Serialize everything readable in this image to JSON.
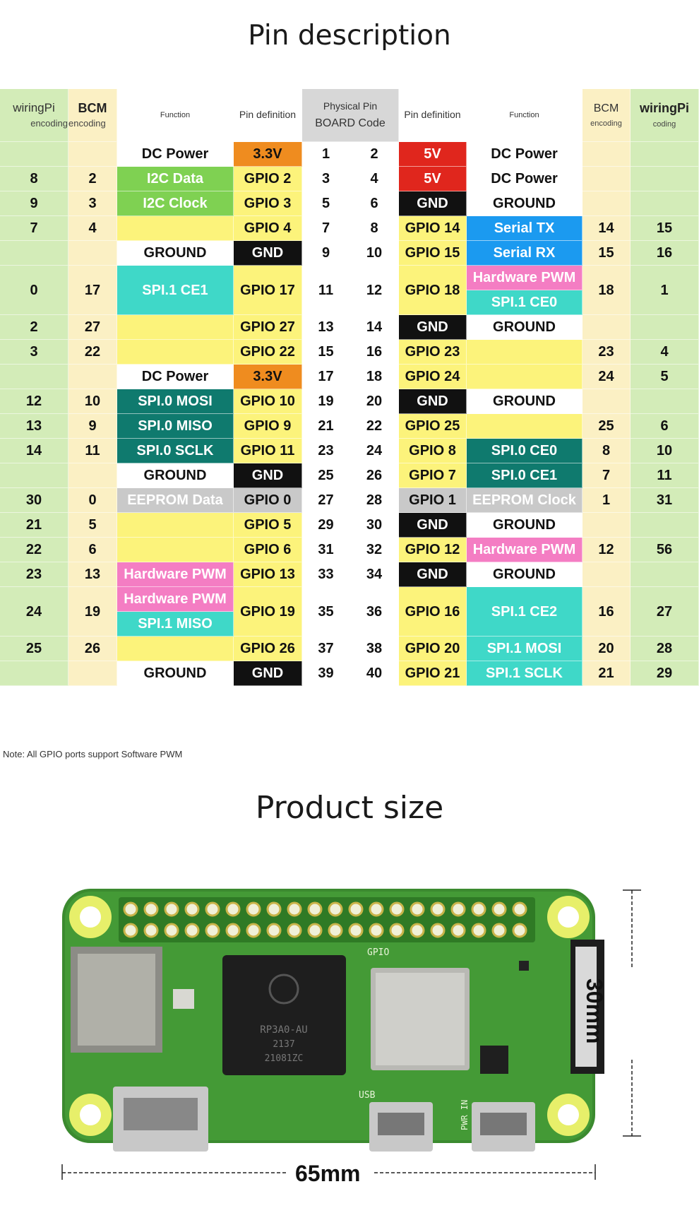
{
  "titles": {
    "pin_description": "Pin description",
    "product_size": "Product size"
  },
  "header": {
    "wiringpi_left_title": "wiringPi",
    "wiringpi_left_sub": "encoding",
    "bcm_left_title": "BCM",
    "bcm_left_sub": "encoding",
    "function_left": "Function",
    "pindef_left": "Pin definition",
    "physical_line1": "Physical Pin",
    "physical_line2": "BOARD Code",
    "pindef_right": "Pin definition",
    "function_right": "Function",
    "bcm_right_title": "BCM",
    "bcm_right_sub": "encoding",
    "wiringpi_right_title": "wiringPi",
    "wiringpi_right_sub": "coding"
  },
  "colors": {
    "wiringpi_bg": "#d3ecb8",
    "bcm_bg": "#fbf0c4",
    "yellow": "#fcf37b",
    "orange": "#ef8c1f",
    "red": "#e0261d",
    "black": "#111111",
    "green": "#7fd152",
    "teal": "#3fd8c8",
    "darkteal": "#0f7a6e",
    "pink": "#f47dc3",
    "blue": "#1b9af0",
    "gray": "#c9c9c9",
    "white": "#ffffff",
    "header_gray": "#d7d7d7",
    "board_green": "#3b8a2f"
  },
  "rows": [
    {
      "wl": "",
      "bl": "",
      "fl": [
        {
          "t": "DC Power",
          "c": "white"
        }
      ],
      "dl": {
        "t": "3.3V",
        "c": "orange"
      },
      "pl": "1",
      "pr": "2",
      "dr": {
        "t": "5V",
        "c": "red"
      },
      "fr": [
        {
          "t": "DC Power",
          "c": "white"
        }
      ],
      "br": "",
      "wr": ""
    },
    {
      "wl": "8",
      "bl": "2",
      "fl": [
        {
          "t": "I2C Data",
          "c": "green"
        }
      ],
      "dl": {
        "t": "GPIO 2",
        "c": "yellow"
      },
      "pl": "3",
      "pr": "4",
      "dr": {
        "t": "5V",
        "c": "red"
      },
      "fr": [
        {
          "t": "DC Power",
          "c": "white"
        }
      ],
      "br": "",
      "wr": ""
    },
    {
      "wl": "9",
      "bl": "3",
      "fl": [
        {
          "t": "I2C Clock",
          "c": "green"
        }
      ],
      "dl": {
        "t": "GPIO 3",
        "c": "yellow"
      },
      "pl": "5",
      "pr": "6",
      "dr": {
        "t": "GND",
        "c": "black"
      },
      "fr": [
        {
          "t": "GROUND",
          "c": "white"
        }
      ],
      "br": "",
      "wr": ""
    },
    {
      "wl": "7",
      "bl": "4",
      "fl": [
        {
          "t": "",
          "c": "yellow"
        }
      ],
      "dl": {
        "t": "GPIO 4",
        "c": "yellow"
      },
      "pl": "7",
      "pr": "8",
      "dr": {
        "t": "GPIO 14",
        "c": "yellow"
      },
      "fr": [
        {
          "t": "Serial TX",
          "c": "blue"
        }
      ],
      "br": "14",
      "wr": "15"
    },
    {
      "wl": "",
      "bl": "",
      "fl": [
        {
          "t": "GROUND",
          "c": "white"
        }
      ],
      "dl": {
        "t": "GND",
        "c": "black"
      },
      "pl": "9",
      "pr": "10",
      "dr": {
        "t": "GPIO 15",
        "c": "yellow"
      },
      "fr": [
        {
          "t": "Serial RX",
          "c": "blue"
        }
      ],
      "br": "15",
      "wr": "16"
    },
    {
      "wl": "0",
      "bl": "17",
      "fl": [
        {
          "t": "SPI.1 CE1",
          "c": "teal"
        }
      ],
      "dl": {
        "t": "GPIO 17",
        "c": "yellow"
      },
      "pl": "11",
      "pr": "12",
      "dr": {
        "t": "GPIO 18",
        "c": "yellow"
      },
      "fr": [
        {
          "t": "Hardware PWM",
          "c": "pink"
        },
        {
          "t": "SPI.1 CE0",
          "c": "teal"
        }
      ],
      "br": "18",
      "wr": "1",
      "tall": true
    },
    {
      "wl": "2",
      "bl": "27",
      "fl": [
        {
          "t": "",
          "c": "yellow"
        }
      ],
      "dl": {
        "t": "GPIO 27",
        "c": "yellow"
      },
      "pl": "13",
      "pr": "14",
      "dr": {
        "t": "GND",
        "c": "black"
      },
      "fr": [
        {
          "t": "GROUND",
          "c": "white"
        }
      ],
      "br": "",
      "wr": ""
    },
    {
      "wl": "3",
      "bl": "22",
      "fl": [
        {
          "t": "",
          "c": "yellow"
        }
      ],
      "dl": {
        "t": "GPIO 22",
        "c": "yellow"
      },
      "pl": "15",
      "pr": "16",
      "dr": {
        "t": "GPIO 23",
        "c": "yellow"
      },
      "fr": [
        {
          "t": "",
          "c": "yellow"
        }
      ],
      "br": "23",
      "wr": "4"
    },
    {
      "wl": "",
      "bl": "",
      "fl": [
        {
          "t": "DC Power",
          "c": "white"
        }
      ],
      "dl": {
        "t": "3.3V",
        "c": "orange"
      },
      "pl": "17",
      "pr": "18",
      "dr": {
        "t": "GPIO 24",
        "c": "yellow"
      },
      "fr": [
        {
          "t": "",
          "c": "yellow"
        }
      ],
      "br": "24",
      "wr": "5"
    },
    {
      "wl": "12",
      "bl": "10",
      "fl": [
        {
          "t": "SPI.0 MOSI",
          "c": "darkteal"
        }
      ],
      "dl": {
        "t": "GPIO 10",
        "c": "yellow"
      },
      "pl": "19",
      "pr": "20",
      "dr": {
        "t": "GND",
        "c": "black"
      },
      "fr": [
        {
          "t": "GROUND",
          "c": "white"
        }
      ],
      "br": "",
      "wr": ""
    },
    {
      "wl": "13",
      "bl": "9",
      "fl": [
        {
          "t": "SPI.0 MISO",
          "c": "darkteal"
        }
      ],
      "dl": {
        "t": "GPIO 9",
        "c": "yellow"
      },
      "pl": "21",
      "pr": "22",
      "dr": {
        "t": "GPIO 25",
        "c": "yellow"
      },
      "fr": [
        {
          "t": "",
          "c": "yellow"
        }
      ],
      "br": "25",
      "wr": "6"
    },
    {
      "wl": "14",
      "bl": "11",
      "fl": [
        {
          "t": "SPI.0 SCLK",
          "c": "darkteal"
        }
      ],
      "dl": {
        "t": "GPIO 11",
        "c": "yellow"
      },
      "pl": "23",
      "pr": "24",
      "dr": {
        "t": "GPIO 8",
        "c": "yellow"
      },
      "fr": [
        {
          "t": "SPI.0 CE0",
          "c": "darkteal"
        }
      ],
      "br": "8",
      "wr": "10"
    },
    {
      "wl": "",
      "bl": "",
      "fl": [
        {
          "t": "GROUND",
          "c": "white"
        }
      ],
      "dl": {
        "t": "GND",
        "c": "black"
      },
      "pl": "25",
      "pr": "26",
      "dr": {
        "t": "GPIO 7",
        "c": "yellow"
      },
      "fr": [
        {
          "t": "SPI.0 CE1",
          "c": "darkteal"
        }
      ],
      "br": "7",
      "wr": "11"
    },
    {
      "wl": "30",
      "bl": "0",
      "fl": [
        {
          "t": "EEPROM Data",
          "c": "gray"
        }
      ],
      "dl": {
        "t": "GPIO 0",
        "c": "gray"
      },
      "pl": "27",
      "pr": "28",
      "dr": {
        "t": "GPIO 1",
        "c": "gray"
      },
      "fr": [
        {
          "t": "EEPROM Clock",
          "c": "gray"
        }
      ],
      "br": "1",
      "wr": "31"
    },
    {
      "wl": "21",
      "bl": "5",
      "fl": [
        {
          "t": "",
          "c": "yellow"
        }
      ],
      "dl": {
        "t": "GPIO 5",
        "c": "yellow"
      },
      "pl": "29",
      "pr": "30",
      "dr": {
        "t": "GND",
        "c": "black"
      },
      "fr": [
        {
          "t": "GROUND",
          "c": "white"
        }
      ],
      "br": "",
      "wr": ""
    },
    {
      "wl": "22",
      "bl": "6",
      "fl": [
        {
          "t": "",
          "c": "yellow"
        }
      ],
      "dl": {
        "t": "GPIO 6",
        "c": "yellow"
      },
      "pl": "31",
      "pr": "32",
      "dr": {
        "t": "GPIO 12",
        "c": "yellow"
      },
      "fr": [
        {
          "t": "Hardware PWM",
          "c": "pink"
        }
      ],
      "br": "12",
      "wr": "56"
    },
    {
      "wl": "23",
      "bl": "13",
      "fl": [
        {
          "t": "Hardware PWM",
          "c": "pink"
        }
      ],
      "dl": {
        "t": "GPIO 13",
        "c": "yellow"
      },
      "pl": "33",
      "pr": "34",
      "dr": {
        "t": "GND",
        "c": "black"
      },
      "fr": [
        {
          "t": "GROUND",
          "c": "white"
        }
      ],
      "br": "",
      "wr": ""
    },
    {
      "wl": "24",
      "bl": "19",
      "fl": [
        {
          "t": "Hardware PWM",
          "c": "pink"
        },
        {
          "t": "SPI.1 MISO",
          "c": "teal"
        }
      ],
      "dl": {
        "t": "GPIO 19",
        "c": "yellow"
      },
      "pl": "35",
      "pr": "36",
      "dr": {
        "t": "GPIO 16",
        "c": "yellow"
      },
      "fr": [
        {
          "t": "SPI.1 CE2",
          "c": "teal"
        }
      ],
      "br": "16",
      "wr": "27",
      "tall": true
    },
    {
      "wl": "25",
      "bl": "26",
      "fl": [
        {
          "t": "",
          "c": "yellow"
        }
      ],
      "dl": {
        "t": "GPIO 26",
        "c": "yellow"
      },
      "pl": "37",
      "pr": "38",
      "dr": {
        "t": "GPIO 20",
        "c": "yellow"
      },
      "fr": [
        {
          "t": "SPI.1 MOSI",
          "c": "teal"
        }
      ],
      "br": "20",
      "wr": "28"
    },
    {
      "wl": "",
      "bl": "",
      "fl": [
        {
          "t": "GROUND",
          "c": "white"
        }
      ],
      "dl": {
        "t": "GND",
        "c": "black"
      },
      "pl": "39",
      "pr": "40",
      "dr": {
        "t": "GPIO 21",
        "c": "yellow"
      },
      "fr": [
        {
          "t": "SPI.1 SCLK",
          "c": "teal"
        }
      ],
      "br": "21",
      "wr": "29"
    }
  ],
  "note": "Note: All GPIO ports support Software PWM",
  "board": {
    "gpio_label": "GPIO",
    "chip_line1": "RP3A0-AU",
    "chip_line2": "2137",
    "chip_line3": "21081ZC",
    "usb_label": "USB",
    "pwr_label": "PWR IN"
  },
  "dimensions": {
    "width": "65mm",
    "height": "30mm"
  }
}
